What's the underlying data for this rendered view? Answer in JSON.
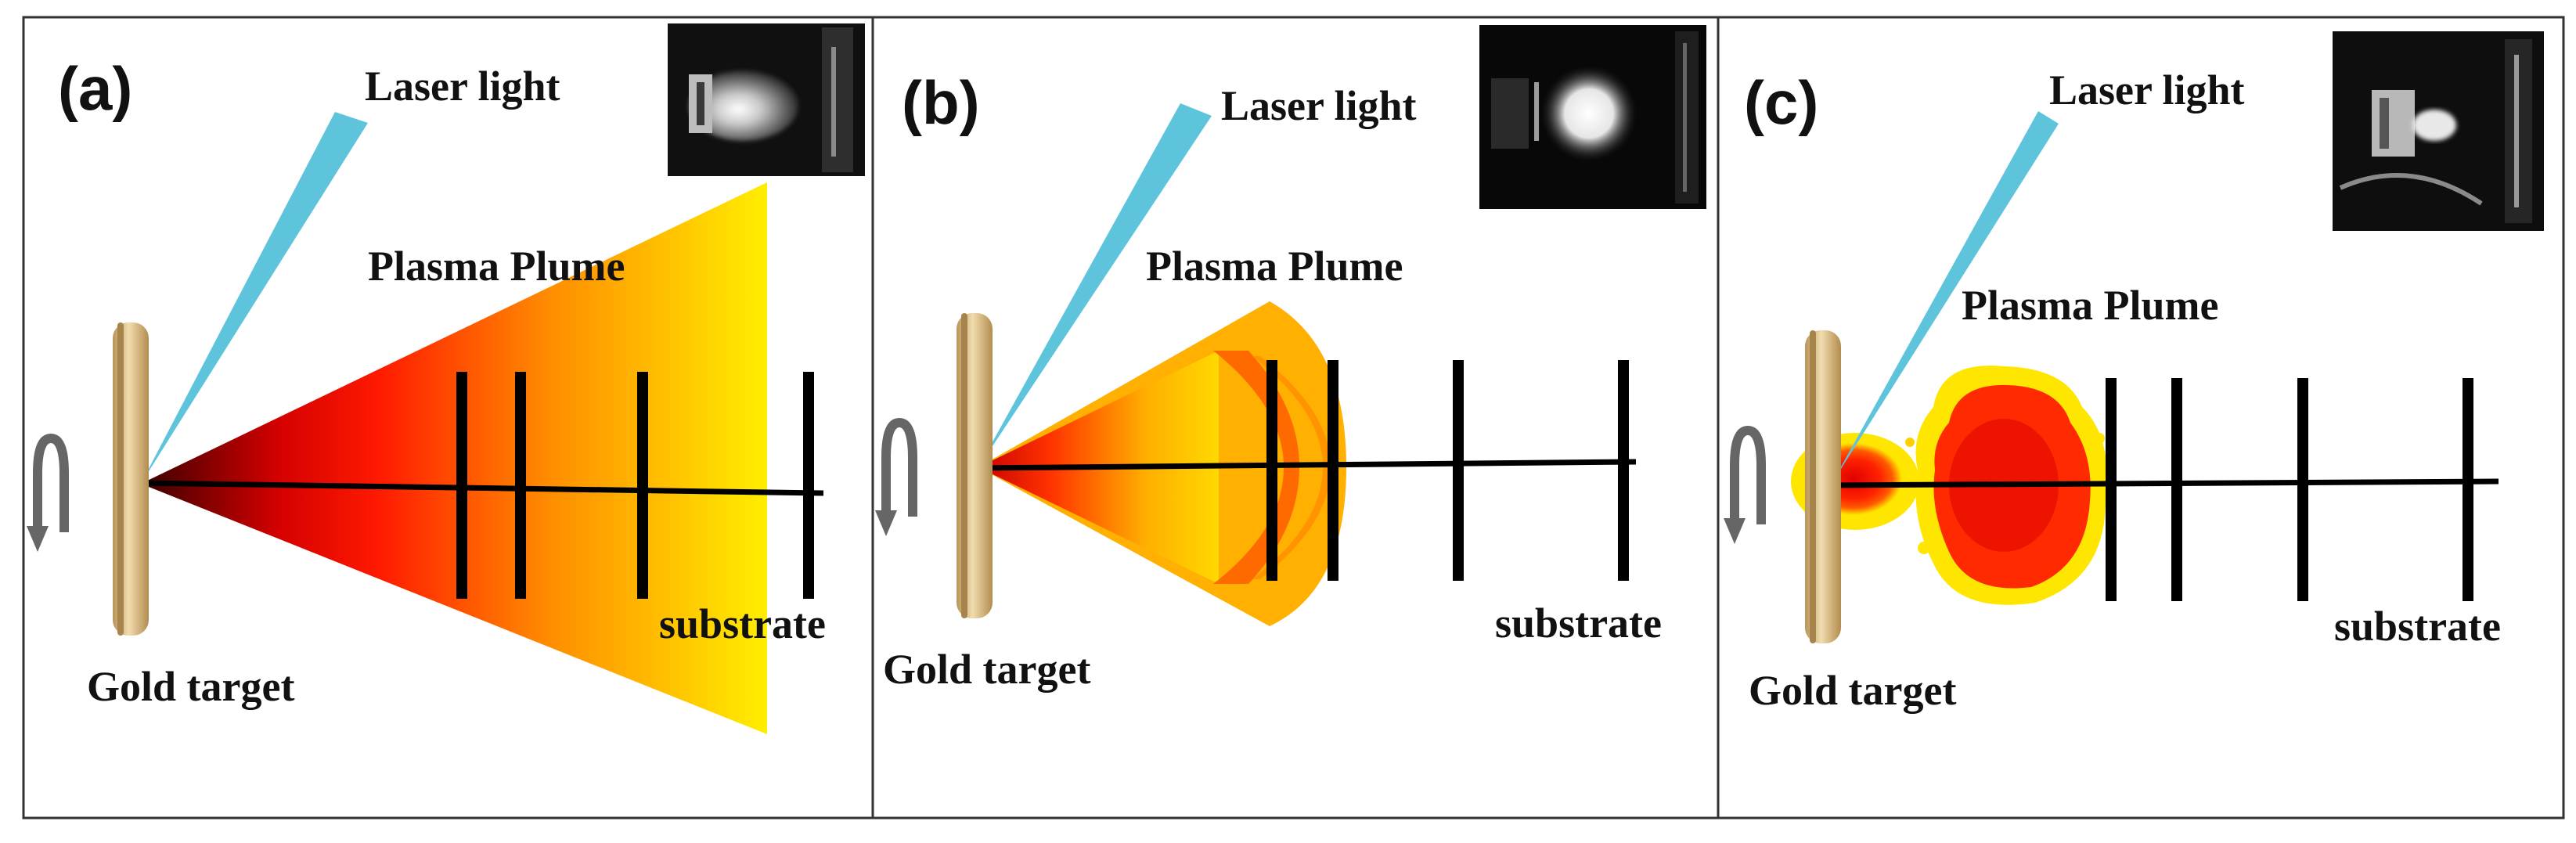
{
  "panels": [
    {
      "tag": "(a)",
      "laser_label": "Laser light",
      "plume_label": "Plasma Plume",
      "target_label": "Gold target",
      "substrate_label": "substrate",
      "plume_shape": "expanding-cone"
    },
    {
      "tag": "(b)",
      "laser_label": "Laser light",
      "plume_label": "Plasma Plume",
      "target_label": "Gold target",
      "substrate_label": "substrate",
      "plume_shape": "confined-bullet"
    },
    {
      "tag": "(c)",
      "laser_label": "Laser light",
      "plume_label": "Plasma Plume",
      "target_label": "Gold target",
      "substrate_label": "substrate",
      "plume_shape": "splashed-droplets"
    }
  ],
  "colors": {
    "laser": "#5dc4dc",
    "plume_dark": "#4a0000",
    "plume_red": "#ff1a00",
    "plume_orange": "#ffa500",
    "plume_yellow": "#ffee00",
    "target": "#d9b979",
    "substrate": "#000000",
    "rotation_arrow": "#666666"
  }
}
